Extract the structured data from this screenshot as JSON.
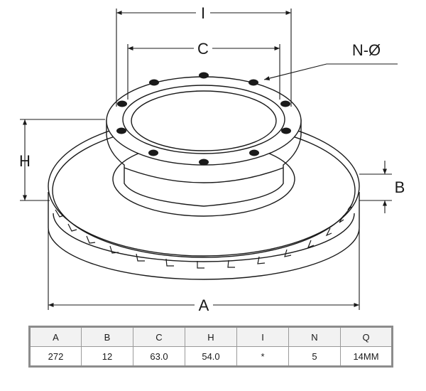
{
  "dimension_labels": {
    "a": "A",
    "b": "B",
    "c": "C",
    "h": "H",
    "i": "I",
    "n_phi": "N-Ø"
  },
  "spec_table": {
    "headers": [
      "A",
      "B",
      "C",
      "H",
      "I",
      "N",
      "Q"
    ],
    "values": [
      "272",
      "12",
      "63.0",
      "54.0",
      "*",
      "5",
      "14MM"
    ]
  },
  "colors": {
    "line": "#1a1a1a",
    "table_border": "#8c8c8c"
  }
}
